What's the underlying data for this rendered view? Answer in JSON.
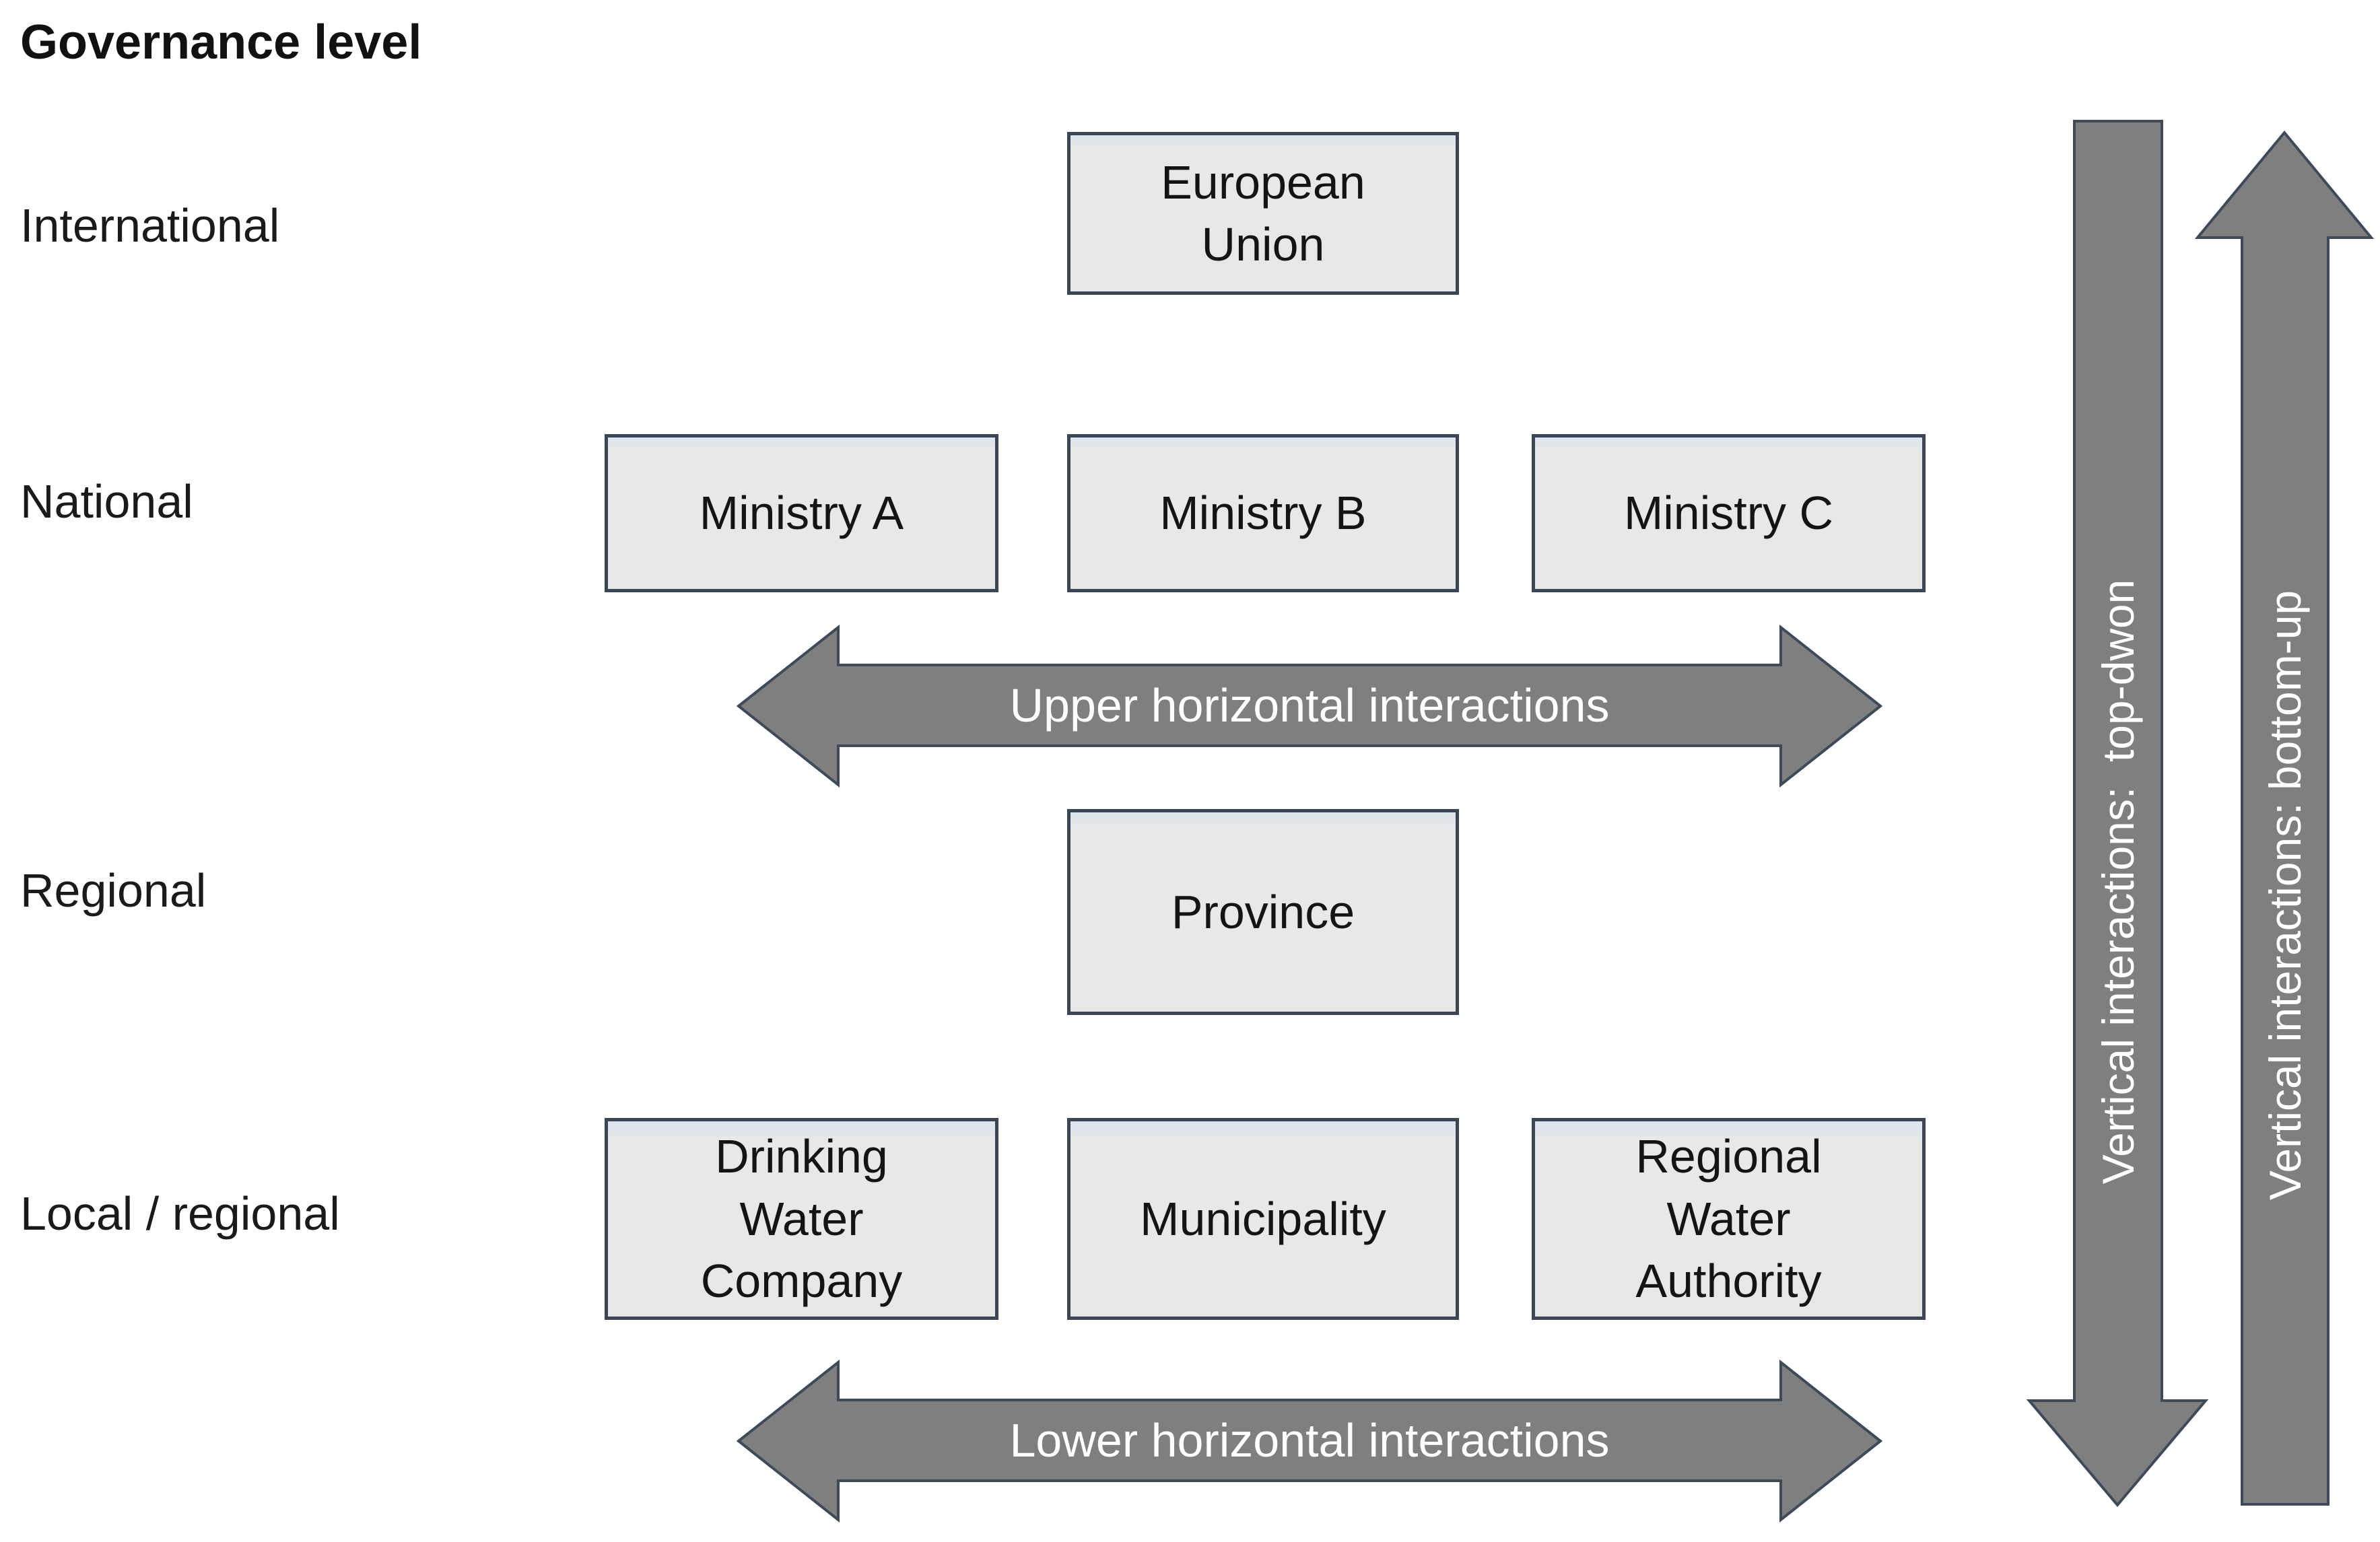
{
  "page": {
    "title": "Governance level"
  },
  "governance_levels": [
    {
      "label": "International"
    },
    {
      "label": "National"
    },
    {
      "label": "Regional"
    },
    {
      "label": "Local / regional"
    }
  ],
  "boxes": {
    "european_union": {
      "lines": [
        "European",
        "Union"
      ]
    },
    "ministry_a": {
      "lines": [
        "Ministry A"
      ]
    },
    "ministry_b": {
      "lines": [
        "Ministry B"
      ]
    },
    "ministry_c": {
      "lines": [
        "Ministry C"
      ]
    },
    "province": {
      "lines": [
        "Province"
      ]
    },
    "drinking_water_company": {
      "lines": [
        "Drinking",
        "Water",
        "Company"
      ]
    },
    "municipality": {
      "lines": [
        "Municipality"
      ]
    },
    "regional_water_authority": {
      "lines": [
        "Regional",
        "Water",
        "Authority"
      ]
    }
  },
  "arrows": {
    "upper_horizontal": {
      "label": "Upper horizontal interactions",
      "direction": "double-headed-horizontal"
    },
    "lower_horizontal": {
      "label": "Lower horizontal interactions",
      "direction": "double-headed-horizontal"
    },
    "vertical_top_down": {
      "label": "Vertical interactions:  top-dwon",
      "direction": "down"
    },
    "vertical_bottom_up": {
      "label": "Vertical interactions: bottom-up",
      "direction": "up"
    }
  },
  "colors": {
    "background": "#ffffff",
    "box_fill": "#e7e7e7",
    "box_border": "#3a4653",
    "arrow_fill": "#7f7f7f",
    "arrow_border": "#3e4a58",
    "arrow_text": "#ffffff",
    "text": "#141414"
  }
}
